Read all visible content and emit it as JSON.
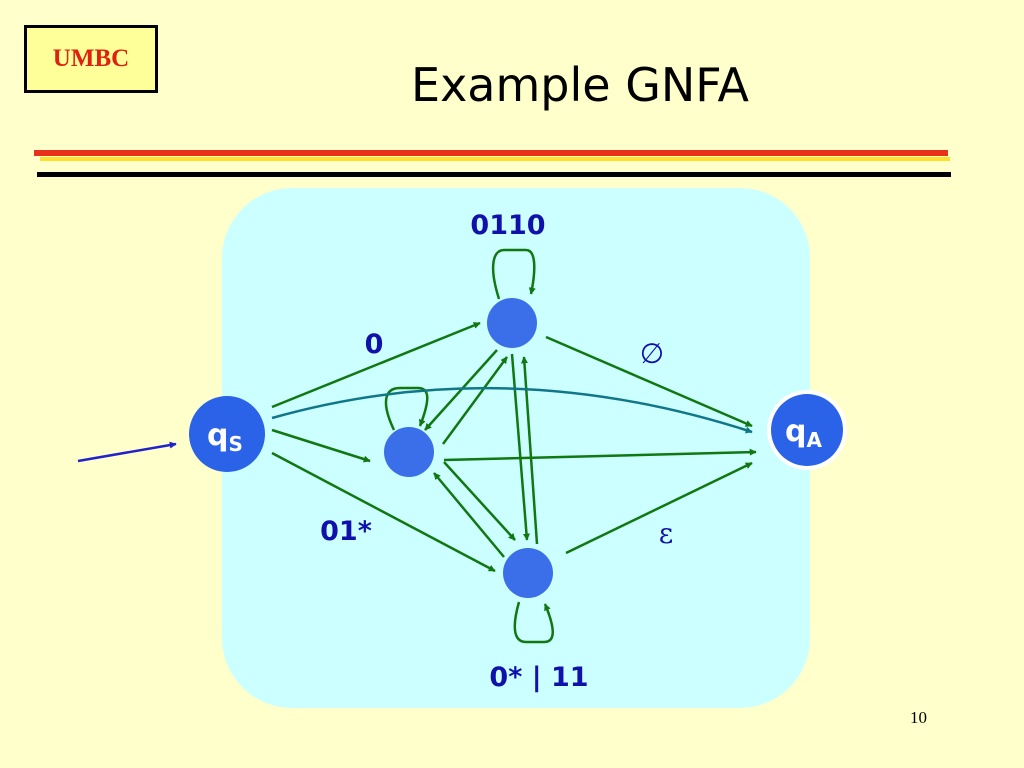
{
  "logo": {
    "text": "UMBC"
  },
  "title": "Example GNFA",
  "slide_number": "10",
  "states": {
    "start": {
      "label": "q",
      "sub": "S"
    },
    "accept": {
      "label": "q",
      "sub": "A"
    }
  },
  "edge_labels": {
    "top_loop": "0110",
    "start_to_top": "0",
    "top_to_accept": "∅",
    "start_to_bottom": "01*",
    "bottom_to_accept": "ε",
    "bottom_loop": "0* | 11"
  },
  "colors": {
    "edge": "#117711",
    "direct_edge": "#117788",
    "entry_arrow": "#2222cc",
    "state": "#2a62e8"
  }
}
